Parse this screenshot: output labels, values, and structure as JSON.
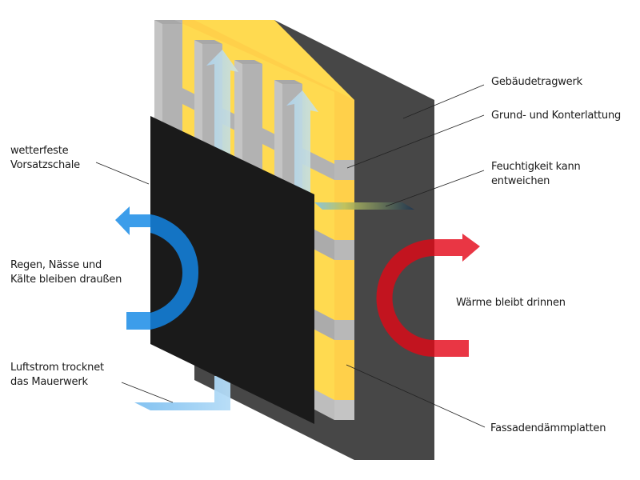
{
  "diagram": {
    "title": "Vorgehängte hinterlüftete Fassade",
    "colors": {
      "building_structure": "#474747",
      "insulation_front": "#FFDA50",
      "insulation_side": "#FFD04A",
      "battens_light": "#C4C4C4",
      "battens_dark": "#B2B2B2",
      "cladding": "#1A1A1A",
      "cold_arrow": "#3C9DEA",
      "cold_arrow_overlay": "#1474C4",
      "heat_arrow": "#E93644",
      "heat_arrow_overlay": "#C2141F",
      "airflow": "#A7D6F5"
    },
    "labels": {
      "structure": "Gebäudetragwerk",
      "battens": "Grund- und Konterlattung",
      "moisture": "Feuchtigkeit kann\nentweichen",
      "cladding": "wetterfeste\nVorsatzschale",
      "rain": "Regen, Nässe und\nKälte bleiben draußen",
      "airflow": "Luftstrom trocknet\ndas Mauerwerk",
      "heat": "Wärme bleibt drinnen",
      "insulation": "Fassadendämmplatten"
    }
  }
}
